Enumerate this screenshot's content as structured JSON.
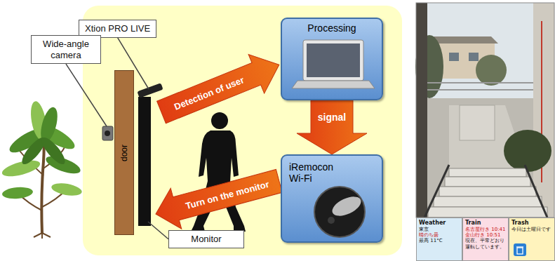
{
  "diagram": {
    "nodes": [
      {
        "text": [
          "Xtion PRO LIVE"
        ]
      },
      {
        "text": [
          "Wide-angle camera"
        ]
      },
      {
        "text": [
          "door"
        ]
      },
      {
        "text": [
          "Processing"
        ]
      },
      {
        "text": [
          "iRemocon Wi-Fi"
        ]
      },
      {
        "text": [
          "Monitor"
        ]
      },
      {
        "text": [
          "Weather",
          "東京",
          "晴のち曇",
          "最高 11°C"
        ]
      },
      {
        "text": [
          "Train",
          "名古屋行き 10:41",
          "金山行き 10:51",
          "現在、平常どおり運転しています。"
        ]
      },
      {
        "text": [
          "Trash",
          "今日は土曜日です"
        ]
      }
    ],
    "edges": [
      {
        "from": 3,
        "to": 4,
        "label": "signal",
        "arrow": "to"
      }
    ],
    "labels": [
      "Detection of user",
      "Turn on the monitor"
    ]
  }
}
